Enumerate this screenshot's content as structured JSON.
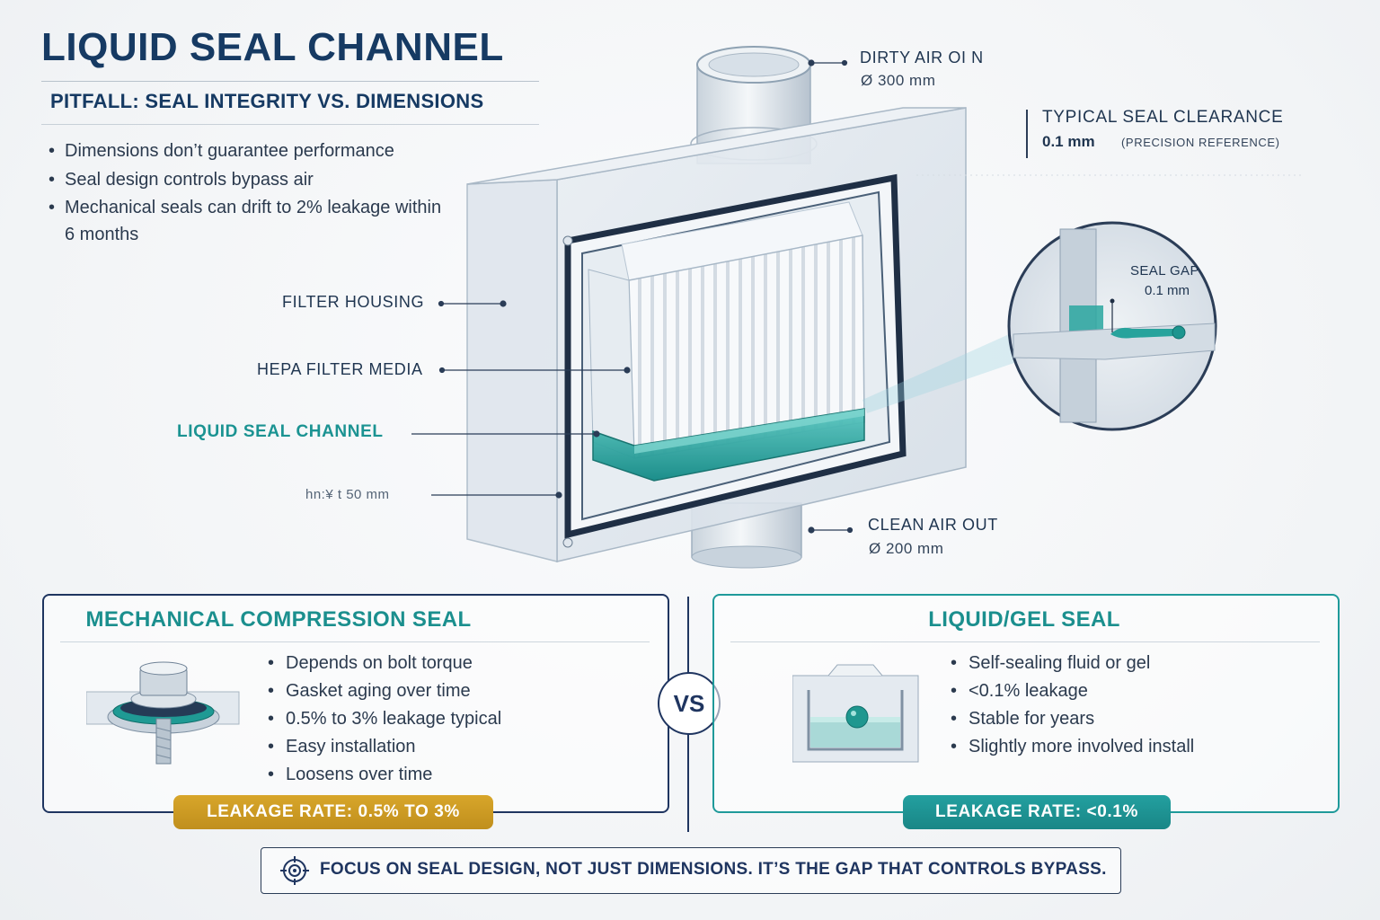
{
  "title": "LIQUID SEAL CHANNEL",
  "subtitle": "PITFALL: SEAL INTEGRITY VS. DIMENSIONS",
  "bullets": [
    "Dimensions don’t guarantee performance",
    "Seal design controls bypass air",
    "Mechanical seals can drift to 2% leakage within 6 months"
  ],
  "diagram": {
    "inlet_label": "DIRTY AIR OI N",
    "inlet_dim": "Ø 300 mm",
    "outlet_label": "CLEAN AIR OUT",
    "outlet_dim": "Ø 200 mm",
    "housing_label": "FILTER HOUSING",
    "media_label": "HEPA FILTER MEDIA",
    "channel_label": "LIQUID SEAL CHANNEL",
    "depth_label": "hn:¥ t 50 mm",
    "clearance_title": "TYPICAL SEAL CLEARANCE",
    "clearance_value": "0.1 mm",
    "clearance_ref": "(PRECISION REFERENCE)",
    "gap_label": "SEAL GAP",
    "gap_value": "0.1 mm"
  },
  "mechanical": {
    "title": "MECHANICAL COMPRESSION SEAL",
    "points": [
      "Depends on bolt torque",
      "Gasket aging over time",
      "0.5% to 3% leakage typical",
      "Easy installation",
      "Loosens over time"
    ],
    "badge": "LEAKAGE RATE: 0.5% TO 3%"
  },
  "vs": "VS",
  "liquid": {
    "title": "LIQUID/GEL SEAL",
    "points": [
      "Self-sealing fluid or gel",
      "<0.1% leakage",
      "Stable for years",
      "Slightly more involved install"
    ],
    "badge": "LEAKAGE RATE: <0.1%"
  },
  "footer": "FOCUS ON SEAL DESIGN, NOT JUST DIMENSIONS. IT’S THE GAP THAT CONTROLS BYPASS.",
  "icons": {
    "footer_icon": "target-icon"
  },
  "colors": {
    "navy": "#163a63",
    "teal": "#1b9392",
    "gold": "#d0a027"
  }
}
